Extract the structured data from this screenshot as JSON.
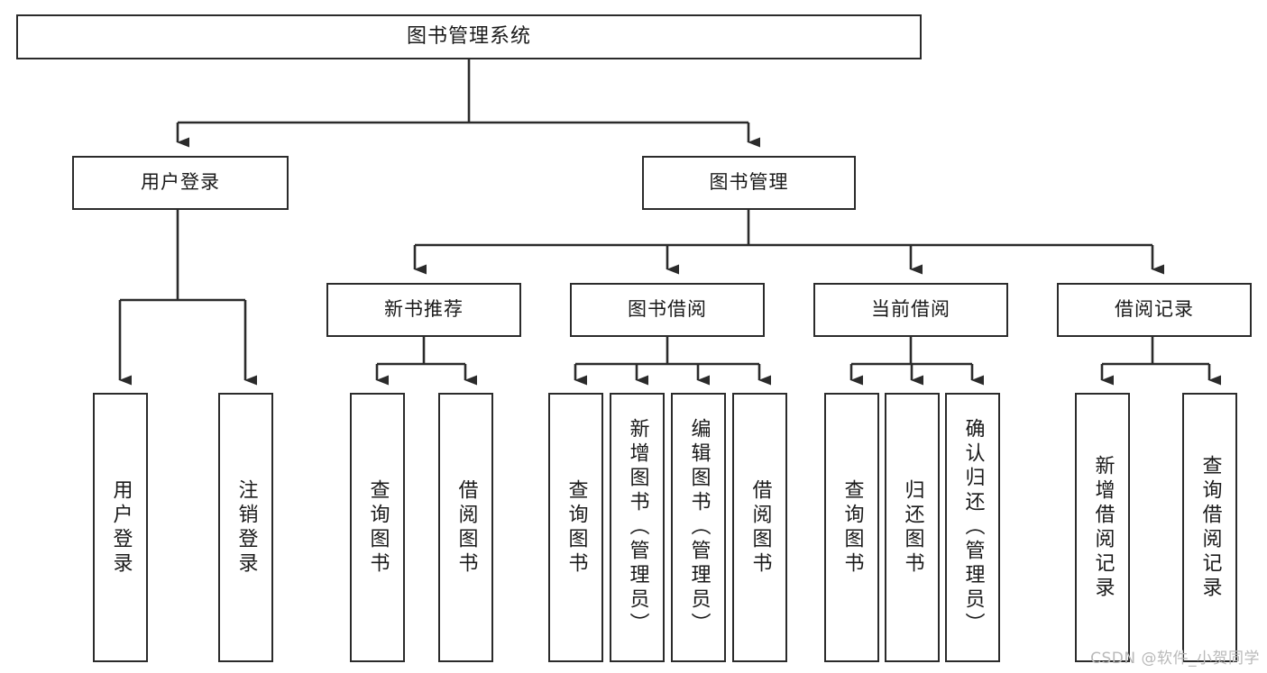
{
  "diagram": {
    "title": "图书管理系统",
    "type": "hierarchy-tree",
    "colors": {
      "background": "#ffffff",
      "border": "#2b2b2b",
      "text": "#1a1a1a",
      "connector": "#2b2b2b",
      "watermark": "#b9b9b9"
    },
    "root": {
      "label": "图书管理系统"
    },
    "level2": [
      {
        "label": "用户登录"
      },
      {
        "label": "图书管理"
      }
    ],
    "level3": [
      {
        "label": "新书推荐"
      },
      {
        "label": "图书借阅"
      },
      {
        "label": "当前借阅"
      },
      {
        "label": "借阅记录"
      }
    ],
    "leaves": {
      "user_login": [
        {
          "label": "用户登录"
        },
        {
          "label": "注销登录"
        }
      ],
      "new_book_recommend": [
        {
          "label": "查询图书"
        },
        {
          "label": "借阅图书"
        }
      ],
      "book_borrow": [
        {
          "label": "查询图书"
        },
        {
          "label": "新增图书（管理员）"
        },
        {
          "label": "编辑图书（管理员）"
        },
        {
          "label": "借阅图书"
        }
      ],
      "current_borrow": [
        {
          "label": "查询图书"
        },
        {
          "label": "归还图书"
        },
        {
          "label": "确认归还（管理员）"
        }
      ],
      "borrow_record": [
        {
          "label": "新增借阅记录"
        },
        {
          "label": "查询借阅记录"
        }
      ]
    }
  },
  "watermark": {
    "text": "CSDN @软件_小贺同学"
  }
}
